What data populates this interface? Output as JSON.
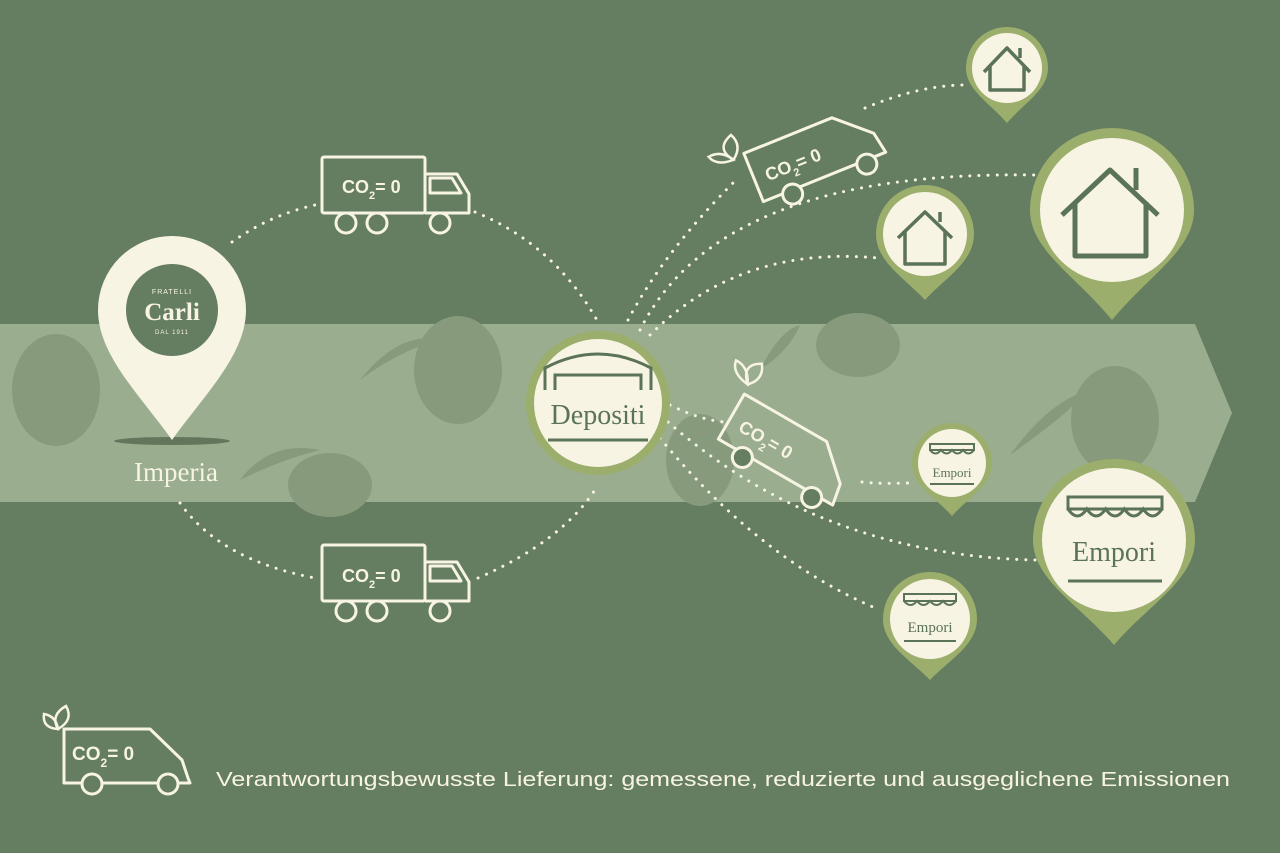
{
  "origin": {
    "label": "Imperia",
    "logo": {
      "top": "FRATELLI",
      "name": "Carli",
      "bottom": "DAL 1911"
    }
  },
  "hub": {
    "label": "Depositi"
  },
  "co2_badge": {
    "prefix": "CO",
    "sub": "2",
    "suffix": "= 0"
  },
  "store": {
    "label": "Empori"
  },
  "legend": {
    "text": "Verantwortungsbewusste Lieferung: gemessene, reduzierte und ausgeglichene Emissionen"
  },
  "colors": {
    "background": "#657d60",
    "band": "#9aad8f",
    "cream": "#f7f4e4",
    "pin_ring": "#9bae6c",
    "icon_dark": "#5b7357",
    "olive_shape": "#879b7c"
  }
}
